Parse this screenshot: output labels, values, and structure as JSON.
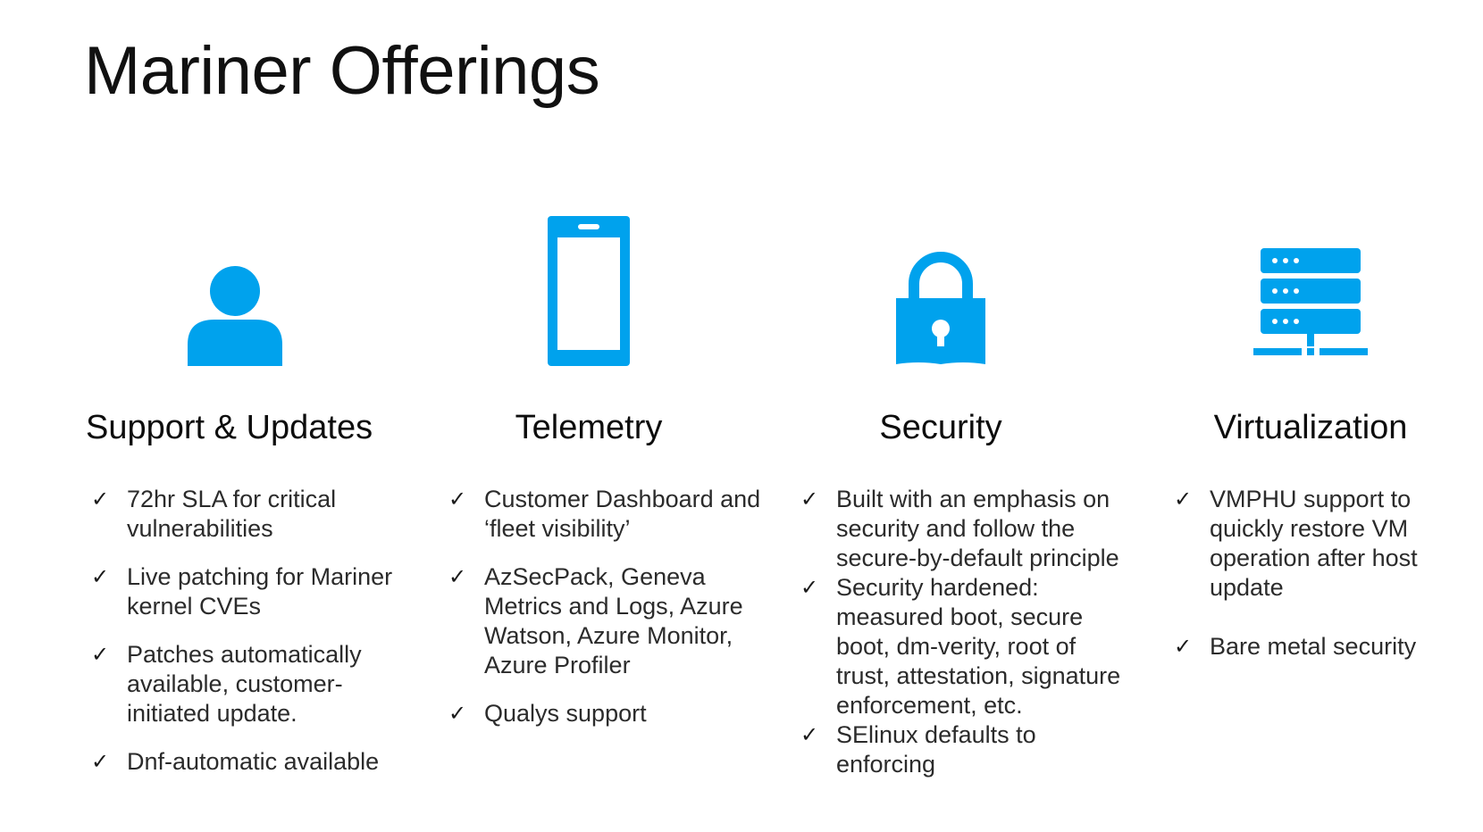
{
  "title": "Mariner Offerings",
  "colors": {
    "icon": "#00A2ED",
    "text": "#2b2b2b"
  },
  "columns": [
    {
      "icon": "person-icon",
      "heading": "Support & Updates",
      "bullets": [
        "72hr SLA for critical vulnerabilities",
        "Live patching for Mariner kernel CVEs",
        "Patches automatically available, customer-initiated update.",
        "Dnf-automatic available"
      ]
    },
    {
      "icon": "phone-icon",
      "heading": "Telemetry",
      "bullets": [
        "Customer Dashboard and ‘fleet visibility’",
        "AzSecPack, Geneva Metrics and Logs, Azure Watson, Azure Monitor, Azure Profiler",
        "Qualys support"
      ]
    },
    {
      "icon": "lock-icon",
      "heading": "Security",
      "bullets": [
        "Built with an emphasis on security and follow the secure-by-default principle",
        "Security hardened: measured boot, secure boot, dm-verity, root of trust, attestation, signature enforcement, etc.",
        "SElinux defaults to enforcing"
      ]
    },
    {
      "icon": "server-icon",
      "heading": "Virtualization",
      "bullets": [
        "VMPHU support to quickly restore VM operation after host update",
        "Bare metal security"
      ]
    }
  ]
}
